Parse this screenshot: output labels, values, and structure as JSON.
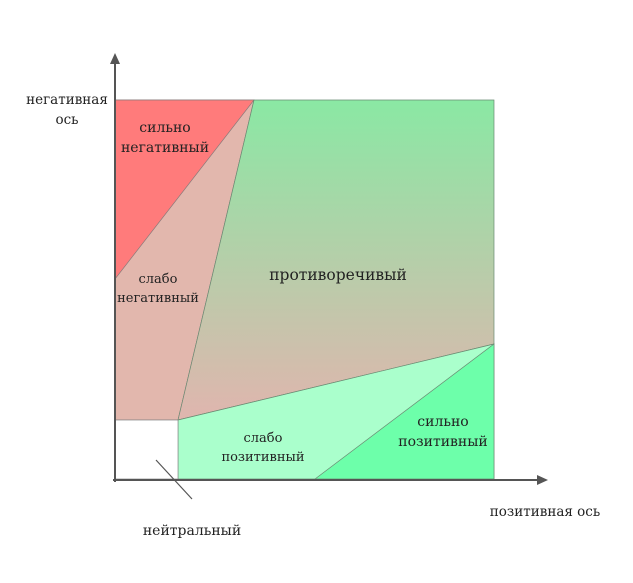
{
  "axes": {
    "y_label_lines": [
      "негативная",
      "ось"
    ],
    "x_label": "позитивная ось"
  },
  "regions": {
    "strongly_negative": {
      "lines": [
        "сильно",
        "негативный"
      ]
    },
    "weakly_negative": {
      "lines": [
        "слабо",
        "негативный"
      ]
    },
    "contradictory": {
      "lines": [
        "противоречивый"
      ]
    },
    "weakly_positive": {
      "lines": [
        "слабо",
        "позитивный"
      ]
    },
    "strongly_positive": {
      "lines": [
        "сильно",
        "позитивный"
      ]
    },
    "neutral": {
      "lines": [
        "нейтральный"
      ]
    }
  },
  "colors": {
    "strongly_negative": "#ff7b7b",
    "weakly_negative": "#e2b7ad",
    "contradictory_top": "#8ae8a4",
    "contradictory_bottom": "#e0b5ae",
    "weakly_positive": "#aaffcc",
    "strongly_positive": "#6dffaa",
    "axis": "#555555"
  }
}
